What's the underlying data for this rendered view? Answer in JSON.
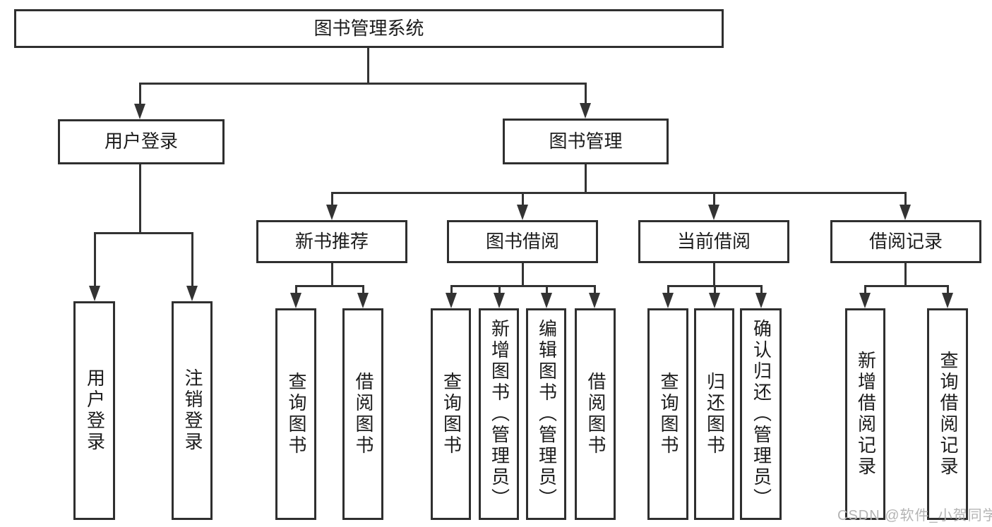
{
  "diagram_title": "图书管理系统",
  "watermark": "CSDN @软件_小贺同学",
  "colors": {
    "line": "#333333",
    "box_border": "#2f2f2f",
    "text": "#1c1c1c",
    "watermark_color": "#b4b4b4",
    "background": "#ffffff"
  },
  "tree": {
    "label": "图书管理系统",
    "children": [
      {
        "label": "用户登录",
        "children": [
          {
            "label": "用户登录"
          },
          {
            "label": "注销登录"
          }
        ]
      },
      {
        "label": "图书管理",
        "children": [
          {
            "label": "新书推荐",
            "children": [
              {
                "label": "查询图书"
              },
              {
                "label": "借阅图书"
              }
            ]
          },
          {
            "label": "图书借阅",
            "children": [
              {
                "label": "查询图书"
              },
              {
                "label": "新增图书（管理员）"
              },
              {
                "label": "编辑图书（管理员）"
              },
              {
                "label": "借阅图书"
              }
            ]
          },
          {
            "label": "当前借阅",
            "children": [
              {
                "label": "查询图书"
              },
              {
                "label": "归还图书"
              },
              {
                "label": "确认归还（管理员）"
              }
            ]
          },
          {
            "label": "借阅记录",
            "children": [
              {
                "label": "新增借阅记录"
              },
              {
                "label": "查询借阅记录"
              }
            ]
          }
        ]
      }
    ]
  }
}
